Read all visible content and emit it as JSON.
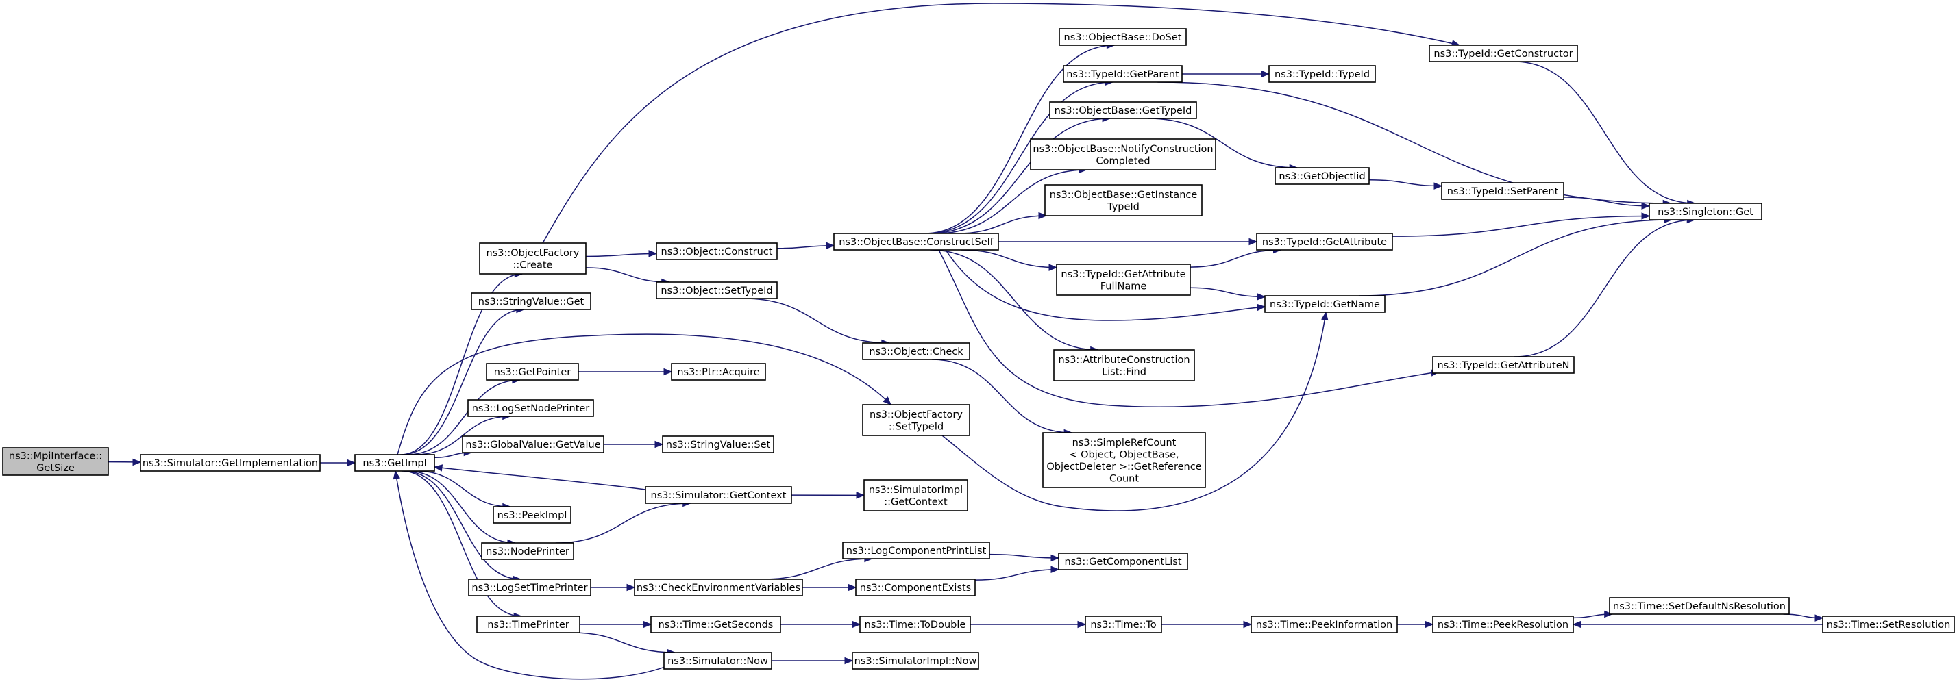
{
  "nodes": {
    "mpiGetSize": {
      "label": [
        "ns3::MpiInterface::",
        "GetSize"
      ],
      "root": true
    },
    "simGetImpl": {
      "label": [
        "ns3::Simulator::GetImplementation"
      ]
    },
    "getImpl": {
      "label": [
        "ns3::GetImpl"
      ]
    },
    "ofCreate": {
      "label": [
        "ns3::ObjectFactory",
        "::Create"
      ]
    },
    "strValGet": {
      "label": [
        "ns3::StringValue::Get"
      ]
    },
    "getPointer": {
      "label": [
        "ns3::GetPointer"
      ]
    },
    "logSetNodePrinter": {
      "label": [
        "ns3::LogSetNodePrinter"
      ]
    },
    "gvGetValue": {
      "label": [
        "ns3::GlobalValue::GetValue"
      ]
    },
    "peekImpl": {
      "label": [
        "ns3::PeekImpl"
      ]
    },
    "nodePrinter": {
      "label": [
        "ns3::NodePrinter"
      ]
    },
    "logSetTimePrinter": {
      "label": [
        "ns3::LogSetTimePrinter"
      ]
    },
    "timePrinter": {
      "label": [
        "ns3::TimePrinter"
      ]
    },
    "objConstruct": {
      "label": [
        "ns3::Object::Construct"
      ]
    },
    "objSetTypeId": {
      "label": [
        "ns3::Object::SetTypeId"
      ]
    },
    "ptrAcquire": {
      "label": [
        "ns3::Ptr::Acquire"
      ]
    },
    "strValSet": {
      "label": [
        "ns3::StringValue::Set"
      ]
    },
    "simGetContext": {
      "label": [
        "ns3::Simulator::GetContext"
      ]
    },
    "checkEnv": {
      "label": [
        "ns3::CheckEnvironmentVariables"
      ]
    },
    "timeGetSeconds": {
      "label": [
        "ns3::Time::GetSeconds"
      ]
    },
    "simNow": {
      "label": [
        "ns3::Simulator::Now"
      ]
    },
    "constructSelf": {
      "label": [
        "ns3::ObjectBase::ConstructSelf"
      ]
    },
    "objCheck": {
      "label": [
        "ns3::Object::Check"
      ]
    },
    "ofSetTypeId": {
      "label": [
        "ns3::ObjectFactory",
        "::SetTypeId"
      ]
    },
    "simImplGetContext": {
      "label": [
        "ns3::SimulatorImpl",
        "::GetContext"
      ]
    },
    "logCompPrintList": {
      "label": [
        "ns3::LogComponentPrintList"
      ]
    },
    "compExists": {
      "label": [
        "ns3::ComponentExists"
      ]
    },
    "timeToDouble": {
      "label": [
        "ns3::Time::ToDouble"
      ]
    },
    "simImplNow": {
      "label": [
        "ns3::SimulatorImpl::Now"
      ]
    },
    "doSet": {
      "label": [
        "ns3::ObjectBase::DoSet"
      ]
    },
    "tidGetParent": {
      "label": [
        "ns3::TypeId::GetParent"
      ]
    },
    "obGetTypeId": {
      "label": [
        "ns3::ObjectBase::GetTypeId"
      ]
    },
    "notifyConstruction": {
      "label": [
        "ns3::ObjectBase::NotifyConstruction",
        "Completed"
      ]
    },
    "getInstanceTypeId": {
      "label": [
        "ns3::ObjectBase::GetInstance",
        "TypeId"
      ]
    },
    "getAttrFullName": {
      "label": [
        "ns3::TypeId::GetAttribute",
        "FullName"
      ]
    },
    "attrConstructFind": {
      "label": [
        "ns3::AttributeConstruction",
        "List::Find"
      ]
    },
    "simpleRefCount": {
      "label": [
        "ns3::SimpleRefCount",
        "< Object, ObjectBase,",
        "ObjectDeleter >::GetReference",
        "Count"
      ]
    },
    "getComponentList": {
      "label": [
        "ns3::GetComponentList"
      ]
    },
    "timeTo": {
      "label": [
        "ns3::Time::To"
      ]
    },
    "tidTypeId": {
      "label": [
        "ns3::TypeId::TypeId"
      ]
    },
    "getObjectIid": {
      "label": [
        "ns3::GetObjectIid"
      ]
    },
    "tidGetAttribute": {
      "label": [
        "ns3::TypeId::GetAttribute"
      ]
    },
    "tidGetName": {
      "label": [
        "ns3::TypeId::GetName"
      ]
    },
    "timePeekInfo": {
      "label": [
        "ns3::Time::PeekInformation"
      ]
    },
    "tidGetConstructor": {
      "label": [
        "ns3::TypeId::GetConstructor"
      ]
    },
    "tidSetParent": {
      "label": [
        "ns3::TypeId::SetParent"
      ]
    },
    "tidGetAttributeN": {
      "label": [
        "ns3::TypeId::GetAttributeN"
      ]
    },
    "timePeekResolution": {
      "label": [
        "ns3::Time::PeekResolution"
      ]
    },
    "singletonGet": {
      "label": [
        "ns3::Singleton::Get"
      ]
    },
    "timeSetDefaultNsRes": {
      "label": [
        "ns3::Time::SetDefaultNsResolution"
      ]
    },
    "timeSetResolution": {
      "label": [
        "ns3::Time::SetResolution"
      ]
    }
  },
  "edges": [
    [
      "mpiGetSize",
      "simGetImpl"
    ],
    [
      "simGetImpl",
      "getImpl"
    ],
    [
      "getImpl",
      "ofCreate"
    ],
    [
      "getImpl",
      "strValGet"
    ],
    [
      "getImpl",
      "ofSetTypeId"
    ],
    [
      "getImpl",
      "getPointer"
    ],
    [
      "getImpl",
      "logSetNodePrinter"
    ],
    [
      "getImpl",
      "gvGetValue"
    ],
    [
      "getImpl",
      "peekImpl"
    ],
    [
      "getImpl",
      "nodePrinter"
    ],
    [
      "getImpl",
      "logSetTimePrinter"
    ],
    [
      "getImpl",
      "timePrinter"
    ],
    [
      "simGetContext",
      "getImpl"
    ],
    [
      "simNow",
      "getImpl"
    ],
    [
      "ofCreate",
      "objConstruct"
    ],
    [
      "ofCreate",
      "objSetTypeId"
    ],
    [
      "ofCreate",
      "tidGetConstructor"
    ],
    [
      "getPointer",
      "ptrAcquire"
    ],
    [
      "gvGetValue",
      "strValSet"
    ],
    [
      "nodePrinter",
      "simGetContext"
    ],
    [
      "logSetTimePrinter",
      "checkEnv"
    ],
    [
      "timePrinter",
      "timeGetSeconds"
    ],
    [
      "timePrinter",
      "simNow"
    ],
    [
      "objConstruct",
      "constructSelf"
    ],
    [
      "objSetTypeId",
      "objCheck"
    ],
    [
      "simGetContext",
      "simImplGetContext"
    ],
    [
      "checkEnv",
      "logCompPrintList"
    ],
    [
      "checkEnv",
      "compExists"
    ],
    [
      "timeGetSeconds",
      "timeToDouble"
    ],
    [
      "simNow",
      "simImplNow"
    ],
    [
      "constructSelf",
      "doSet"
    ],
    [
      "constructSelf",
      "tidGetParent"
    ],
    [
      "constructSelf",
      "obGetTypeId"
    ],
    [
      "constructSelf",
      "notifyConstruction"
    ],
    [
      "constructSelf",
      "getInstanceTypeId"
    ],
    [
      "constructSelf",
      "tidGetAttribute"
    ],
    [
      "constructSelf",
      "getAttrFullName"
    ],
    [
      "constructSelf",
      "tidGetName"
    ],
    [
      "constructSelf",
      "attrConstructFind"
    ],
    [
      "constructSelf",
      "tidGetAttributeN"
    ],
    [
      "objCheck",
      "simpleRefCount"
    ],
    [
      "ofSetTypeId",
      "tidGetName"
    ],
    [
      "logCompPrintList",
      "getComponentList"
    ],
    [
      "compExists",
      "getComponentList"
    ],
    [
      "timeToDouble",
      "timeTo"
    ],
    [
      "timeTo",
      "timePeekInfo"
    ],
    [
      "timePeekInfo",
      "timePeekResolution"
    ],
    [
      "timePeekResolution",
      "timeSetDefaultNsRes"
    ],
    [
      "timeSetDefaultNsRes",
      "timeSetResolution"
    ],
    [
      "timeSetResolution",
      "timePeekResolution"
    ],
    [
      "tidGetParent",
      "tidTypeId"
    ],
    [
      "tidGetParent",
      "singletonGet"
    ],
    [
      "obGetTypeId",
      "getObjectIid"
    ],
    [
      "getObjectIid",
      "tidSetParent"
    ],
    [
      "tidSetParent",
      "singletonGet"
    ],
    [
      "tidGetAttribute",
      "singletonGet"
    ],
    [
      "getAttrFullName",
      "tidGetAttribute"
    ],
    [
      "getAttrFullName",
      "tidGetName"
    ],
    [
      "tidGetName",
      "singletonGet"
    ],
    [
      "tidGetConstructor",
      "singletonGet"
    ],
    [
      "tidGetAttributeN",
      "singletonGet"
    ]
  ]
}
